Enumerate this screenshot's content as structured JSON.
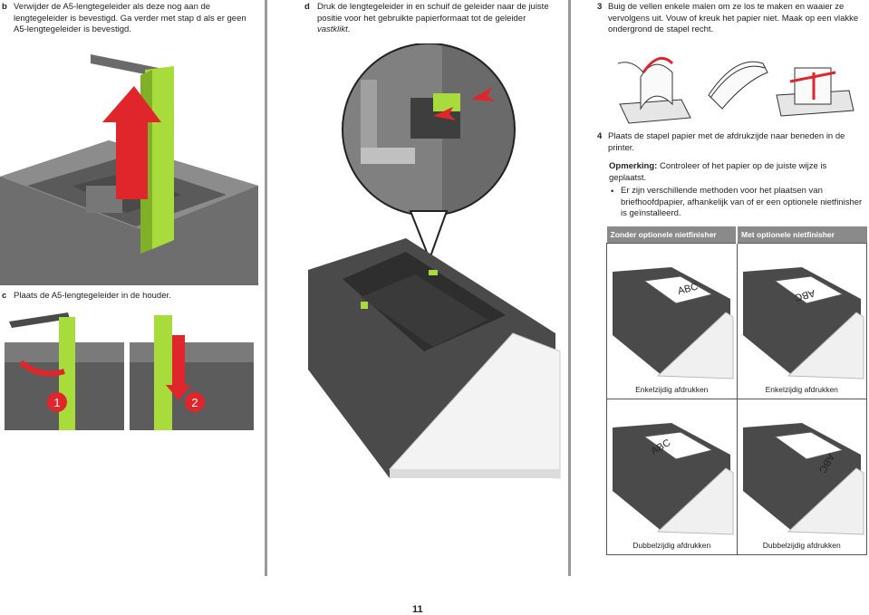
{
  "step_b": {
    "num": "b",
    "text": "Verwijder de A5-lengtegeleider als deze nog aan de lengtegeleider is bevestigd. Ga verder met stap d als er geen A5-lengtegeleider is bevestigd."
  },
  "step_c": {
    "num": "c",
    "text": "Plaats de A5-lengtegeleider in de houder."
  },
  "step_d": {
    "num": "d",
    "text_main": "Druk de lengtegeleider in en schuif de geleider naar de juiste positie voor het gebruikte papierformaat tot de geleider ",
    "text_italic": "vastklikt",
    "text_end": "."
  },
  "step_3": {
    "num": "3",
    "text": "Buig de vellen enkele malen om ze los te maken en waaier ze vervolgens uit. Vouw of kreuk het papier niet. Maak op een vlakke ondergrond de stapel recht."
  },
  "step_4": {
    "num": "4",
    "text": "Plaats de stapel papier met de afdrukzijde naar beneden in de printer."
  },
  "note": {
    "label": "Opmerking:",
    "text": " Controleer of het papier op de juiste wijze is geplaatst."
  },
  "bullet": {
    "text": "Er zijn verschillende methoden voor het plaatsen van briefhoofdpapier, afhankelijk van of er een optionele nietfinisher is geïnstalleerd."
  },
  "table": {
    "col1": "Zonder optionele nietfinisher",
    "col2": "Met optionele nietfinisher",
    "r1c1": "Enkelzijdig afdrukken",
    "r1c2": "Enkelzijdig afdrukken",
    "r2c1": "Dubbelzijdig afdrukken",
    "r2c2": "Dubbelzijdig afdrukken",
    "abc": "ABC"
  },
  "callouts": {
    "one": "1",
    "two": "2"
  },
  "page_number": "11",
  "colors": {
    "green": "#a8dc3c",
    "red": "#e0262a",
    "tray_dark": "#555555",
    "divider": "#9a9a9a"
  }
}
